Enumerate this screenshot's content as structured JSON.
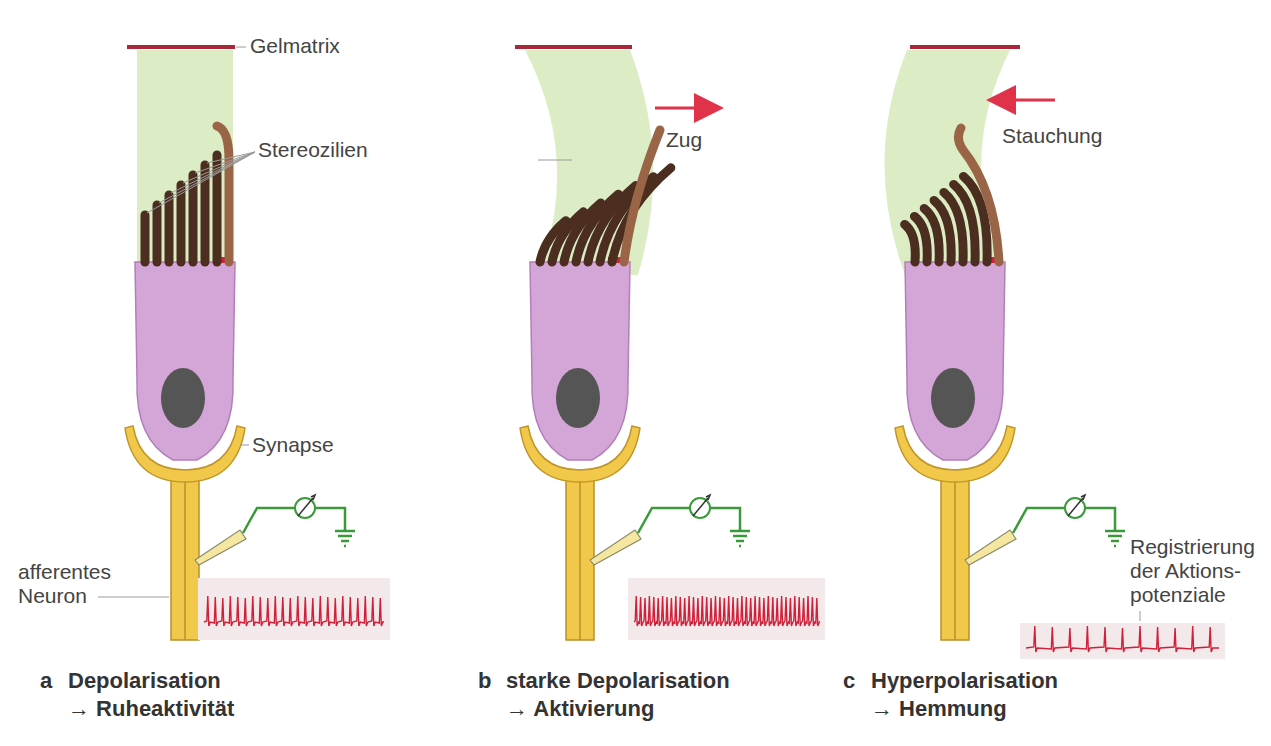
{
  "diagram": {
    "labels": [
      "Gelmatrix",
      "Stereozilien",
      "Zug",
      "Stauchung",
      "Synapse",
      "afferentes Neuron",
      "Registrierung der Aktions- potenziale",
      "a",
      "Depolarisation",
      "→ Ruheaktivität",
      "b",
      "starke Depolarisation",
      "→ Aktivierung",
      "c",
      "Hyperpolarisation",
      "→ Hemmung"
    ]
  }
}
